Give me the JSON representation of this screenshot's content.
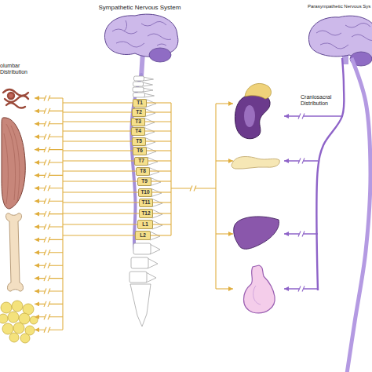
{
  "diagram": {
    "title": "Sympathetic Nervous System",
    "nodes": [
      {
        "text": [
          "T1"
        ]
      },
      {
        "text": [
          "T2"
        ]
      },
      {
        "text": [
          "T3"
        ]
      },
      {
        "text": [
          "T4"
        ]
      },
      {
        "text": [
          "T5"
        ]
      },
      {
        "text": [
          "T6"
        ]
      },
      {
        "text": [
          "T7"
        ]
      },
      {
        "text": [
          "T8"
        ]
      },
      {
        "text": [
          "T9"
        ]
      },
      {
        "text": [
          "T10"
        ]
      },
      {
        "text": [
          "T11"
        ]
      },
      {
        "text": [
          "T12"
        ]
      },
      {
        "text": [
          "L1"
        ]
      },
      {
        "text": [
          "L2"
        ]
      }
    ],
    "labels": [
      "olumbar Distribution",
      "Parasympathetic Nervous Sys",
      "Craniosacral Distribution"
    ]
  }
}
